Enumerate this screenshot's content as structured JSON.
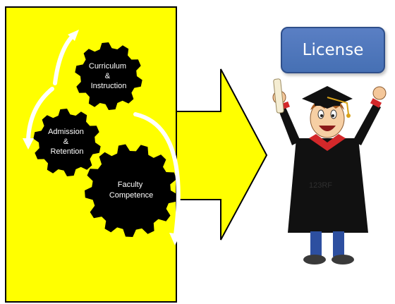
{
  "gears": {
    "curriculum": [
      "Curriculum",
      "&",
      "Instruction"
    ],
    "admission": [
      "Admission",
      "&",
      "Retention"
    ],
    "faculty": [
      "Faculty",
      "Competence"
    ]
  },
  "license": {
    "label": "License"
  },
  "watermark": "123RF",
  "colors": {
    "panel": "#ffff00",
    "arrow": "#ffff00",
    "gear": "#000000",
    "license_box": "#4a72b8"
  }
}
